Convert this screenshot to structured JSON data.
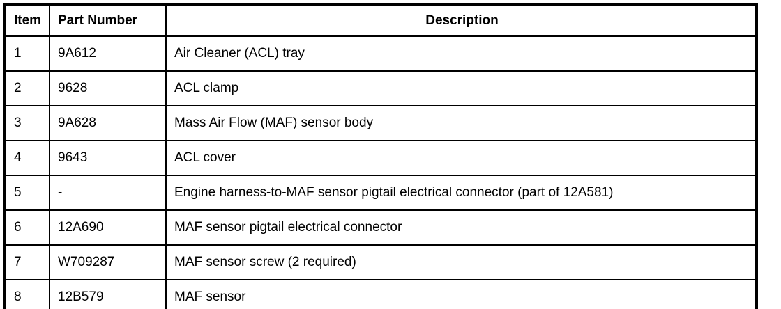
{
  "colors": {
    "border": "#000000",
    "text": "#000000",
    "background": "#ffffff"
  },
  "table": {
    "headers": {
      "item": "Item",
      "part_number": "Part Number",
      "description": "Description"
    },
    "rows": [
      {
        "item": "1",
        "part_number": "9A612",
        "description": "Air Cleaner (ACL) tray"
      },
      {
        "item": "2",
        "part_number": "9628",
        "description": "ACL clamp"
      },
      {
        "item": "3",
        "part_number": "9A628",
        "description": "Mass Air Flow (MAF) sensor body"
      },
      {
        "item": "4",
        "part_number": "9643",
        "description": "ACL cover"
      },
      {
        "item": "5",
        "part_number": "-",
        "description": "Engine harness-to-MAF sensor pigtail electrical connector (part of 12A581)"
      },
      {
        "item": "6",
        "part_number": "12A690",
        "description": "MAF sensor pigtail electrical connector"
      },
      {
        "item": "7",
        "part_number": "W709287",
        "description": "MAF sensor screw (2 required)"
      },
      {
        "item": "8",
        "part_number": "12B579",
        "description": "MAF sensor"
      }
    ]
  }
}
